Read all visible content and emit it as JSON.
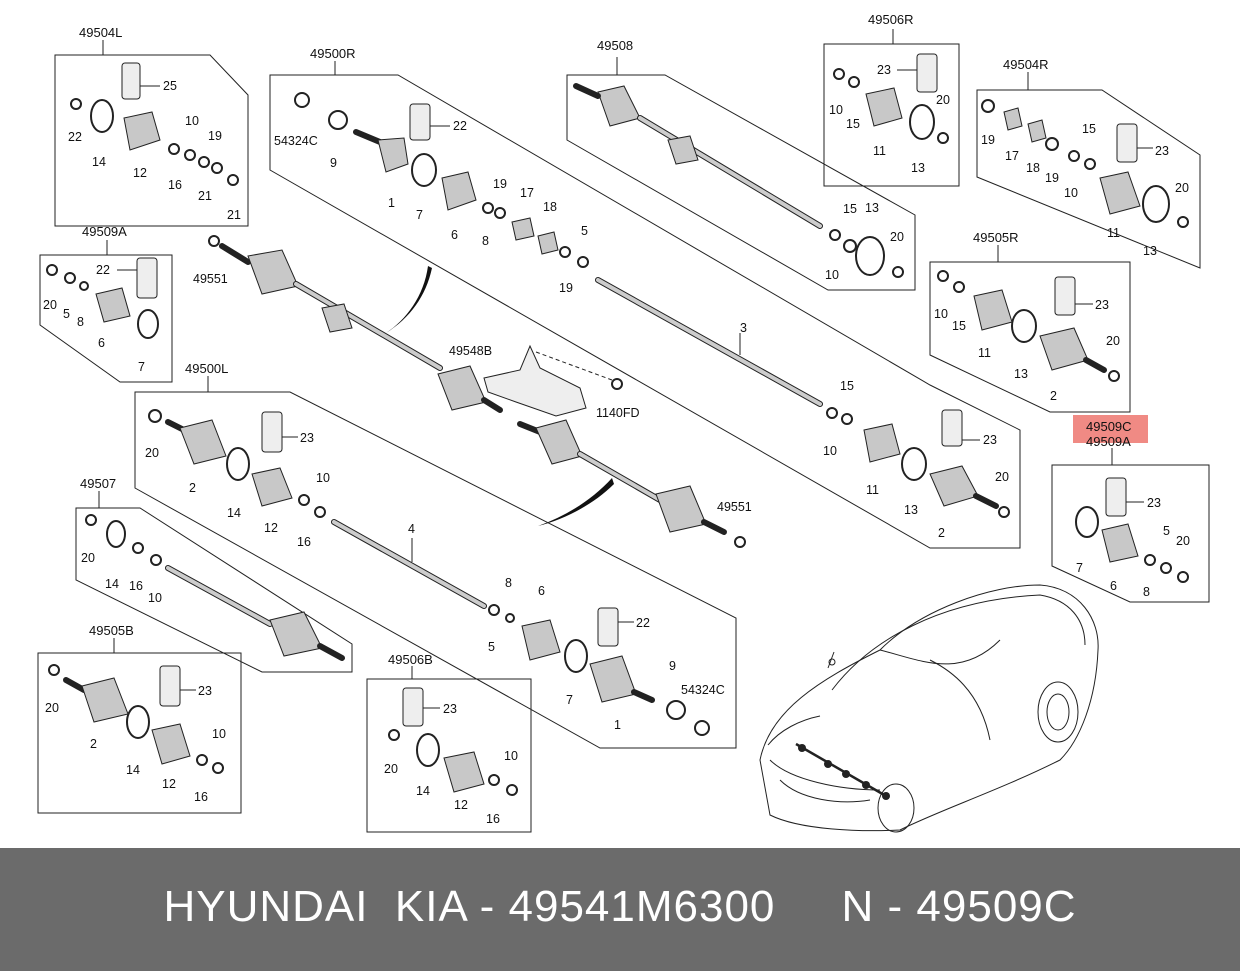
{
  "groups": {
    "g49504L": "49504L",
    "g49500R": "49500R",
    "g49508": "49508",
    "g49506R": "49506R",
    "g49504R": "49504R",
    "g49509A_left": "49509A",
    "g49505R": "49505R",
    "g49500L": "49500L",
    "g49509C": "49509C",
    "g49509A_right": "49509A",
    "g49507": "49507",
    "g49505B": "49505B",
    "g49506B": "49506B"
  },
  "callouts": {
    "c49551_top": "49551",
    "c49551_bottom": "49551",
    "c49548B": "49548B",
    "c1140FD": "1140FD"
  },
  "parts": {
    "p1": "1",
    "p2": "2",
    "p3": "3",
    "p4": "4",
    "p5": "5",
    "p6": "6",
    "p7": "7",
    "p8": "8",
    "p9": "9",
    "p10": "10",
    "p11": "11",
    "p12": "12",
    "p13": "13",
    "p14": "14",
    "p15": "15",
    "p16": "16",
    "p17": "17",
    "p18": "18",
    "p19": "19",
    "p20": "20",
    "p21": "21",
    "p22": "22",
    "p23": "23",
    "p25": "25",
    "p54324C": "54324C"
  },
  "colors": {
    "highlight": "#f08a84",
    "footer_bg": "#6b6b6b",
    "footer_text": "#ffffff"
  },
  "footer": {
    "text": "HYUNDAI  KIA - 49541M6300     N - 49509C"
  }
}
